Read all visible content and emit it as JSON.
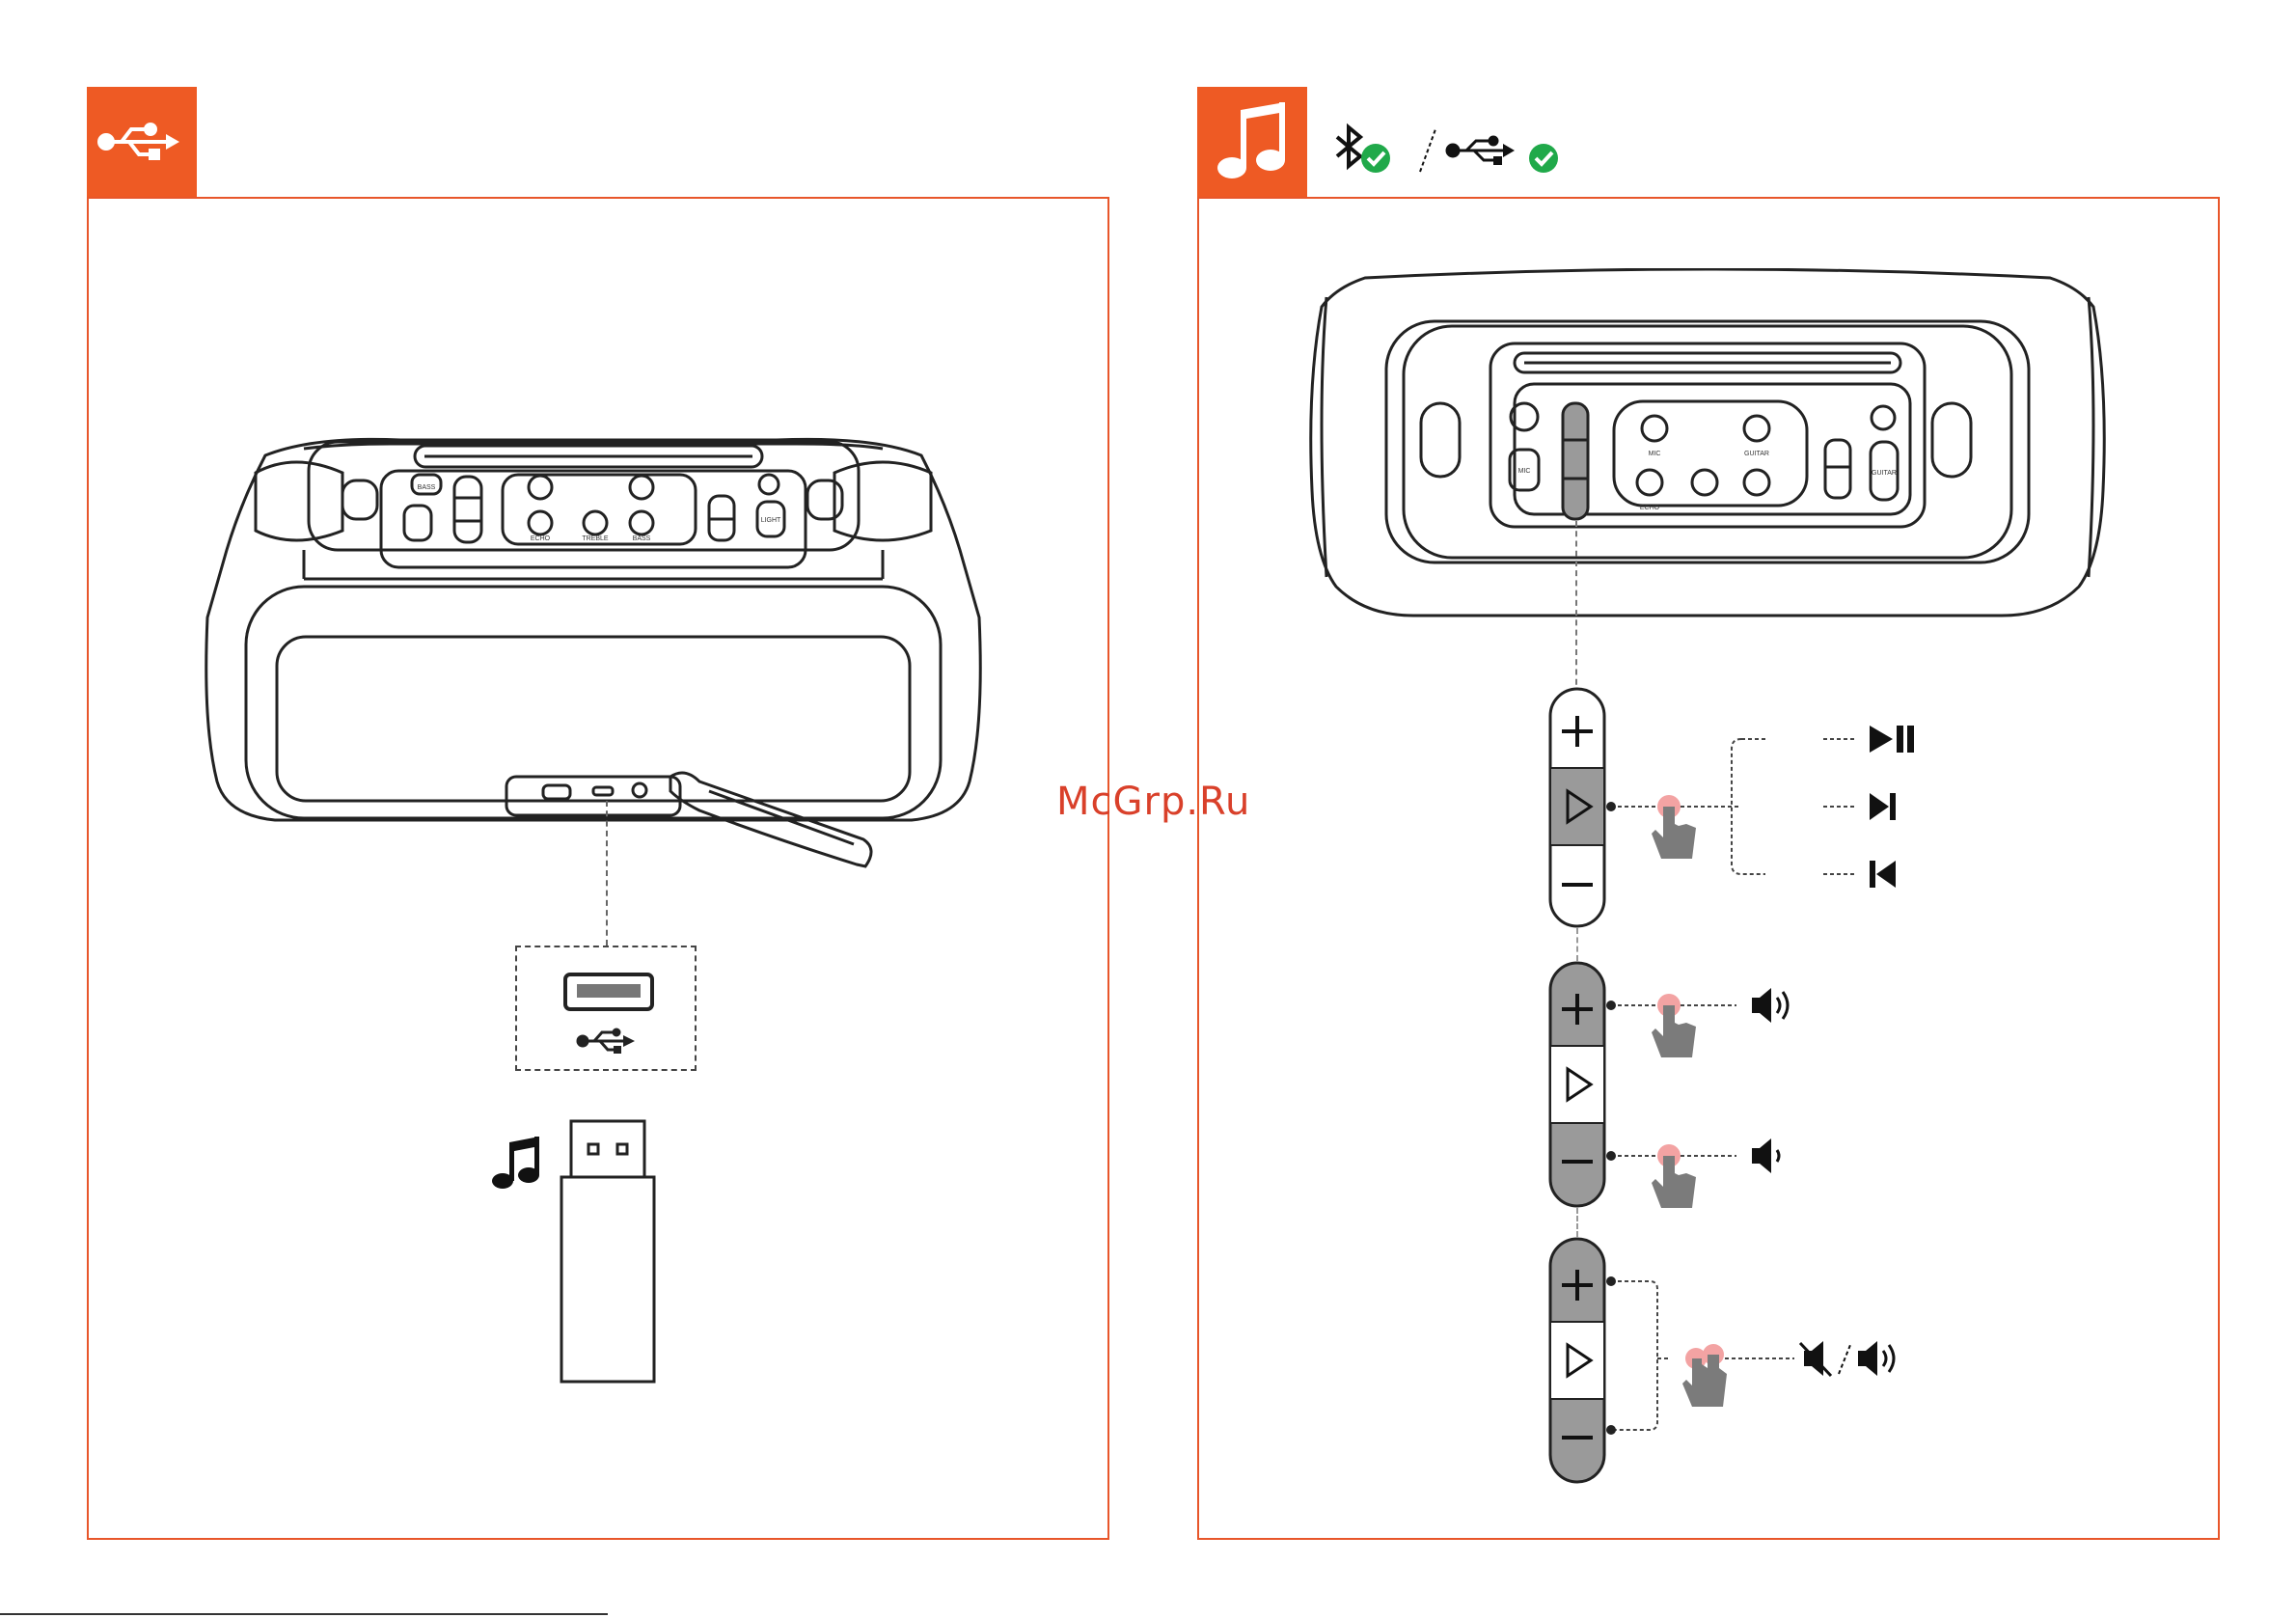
{
  "watermark": "McGrp.Ru",
  "colors": {
    "accent": "#ee5a24",
    "frame": "#e8562a",
    "check": "#20a94a",
    "button_dark": "#9a9a9a",
    "button_light": "#ffffff",
    "touch": "#f3a3a3",
    "finger": "#7b7b7b"
  },
  "left_panel": {
    "tab_icon": "usb-icon",
    "speaker_labels": {
      "bass": "BASS",
      "treble": "TREBLE",
      "echo": "ECHO",
      "light": "LIGHT"
    },
    "usb_port_icon": "usb-icon",
    "music_icon": "music-note-icon",
    "drive": "usb-flash-drive"
  },
  "right_panel": {
    "tab_icon": "music-note-icon",
    "sources": [
      "bluetooth-icon",
      "usb-icon"
    ],
    "speaker_labels": {
      "mic": "MIC",
      "guitar": "GUITAR",
      "echo": "ECHO",
      "guitar_btn": "GUITAR",
      "mic_btn": "MIC"
    },
    "play_actions": [
      "play-pause-icon",
      "next-track-icon",
      "previous-track-icon"
    ],
    "volume_actions": [
      "volume-up-icon",
      "volume-down-icon"
    ],
    "mute_actions": [
      "mute-icon",
      "unmute-icon"
    ]
  }
}
